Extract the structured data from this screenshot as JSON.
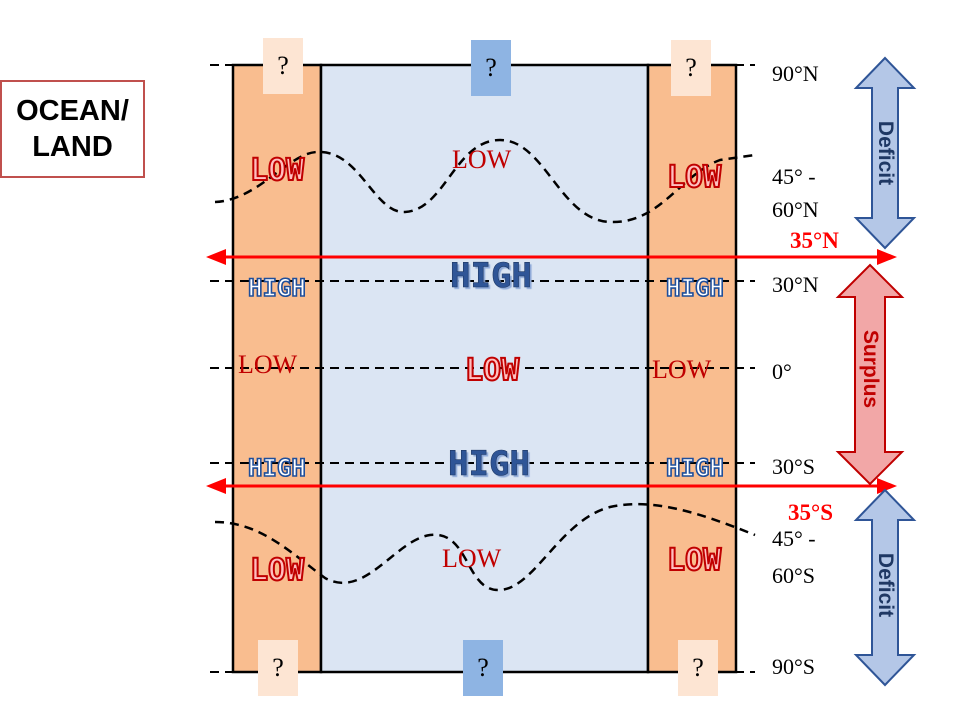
{
  "title_box": {
    "line1": "OCEAN/",
    "line2": "LAND"
  },
  "question_marks": {
    "top_left_land": "?",
    "top_ocean": "?",
    "top_right_land": "?",
    "bottom_left_land": "?",
    "bottom_ocean": "?",
    "bottom_right_land": "?"
  },
  "latitudes": {
    "n90": "90°N",
    "n45_60_line1": "45° -",
    "n45_60_line2": "60°N",
    "n30": "30°N",
    "eq": "0°",
    "s30": "30°S",
    "s45_60_line1": "45° -",
    "s45_60_line2": "60°S",
    "s90": "90°S",
    "n35": "35°N",
    "s35": "35°S"
  },
  "pressure_labels": {
    "low_left_n": "LOW",
    "low_ocean_n": "LOW",
    "low_right_n": "LOW",
    "high_left_n": "HIGH",
    "high_ocean_n": "HIGH",
    "high_right_n": "HIGH",
    "low_left_eq": "LOW",
    "low_ocean_eq": "LOW",
    "low_right_eq": "LOW",
    "high_left_s": "HIGH",
    "high_ocean_s": "HIGH",
    "high_right_s": "HIGH",
    "low_left_s": "LOW",
    "low_ocean_s": "LOW",
    "low_right_s": "LOW"
  },
  "arrows": {
    "deficit_top": "Deficit",
    "surplus": "Surplus",
    "deficit_bottom": "Deficit"
  },
  "colors": {
    "land": "#f9bd8f",
    "ocean": "#dbe5f3",
    "red": "#ff0000",
    "blue_arrow": "#b4c7e7",
    "pink_arrow": "#f2a7a7"
  }
}
